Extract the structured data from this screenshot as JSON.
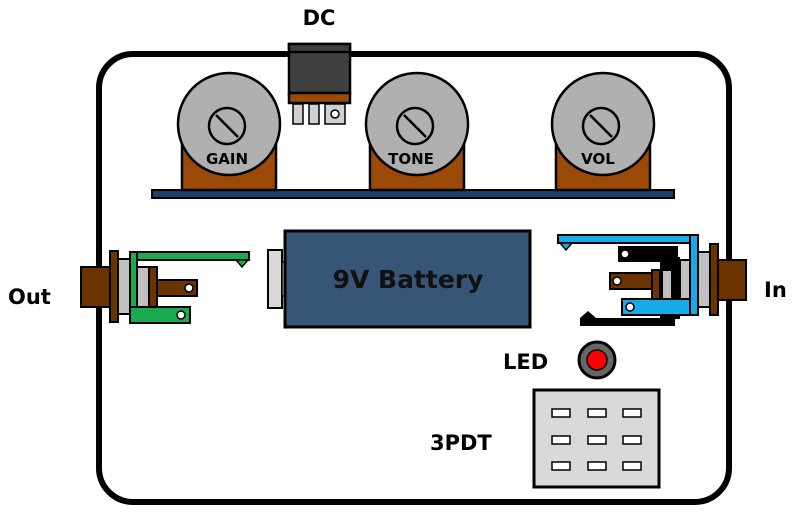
{
  "diagram": {
    "title": "Guitar pedal enclosure component layout",
    "labels": {
      "dc": "DC",
      "out": "Out",
      "in": "In",
      "led": "LED",
      "switch": "3PDT",
      "battery": "9V Battery"
    },
    "pots": [
      {
        "label": "GAIN"
      },
      {
        "label": "TONE"
      },
      {
        "label": "VOL"
      }
    ],
    "colors": {
      "enclosure_outline": "#000000",
      "pot_body": "#b0b0b0",
      "pot_base": "#9c4a0a",
      "pcb_bar": "#1f3f6b",
      "battery": "#375677",
      "dc_jack": "#404040",
      "out_jack_lug": "#1aaa50",
      "in_jack_lug": "#19a9e6",
      "jack_brown": "#6b3300",
      "led": "#ff0000",
      "switch_body": "#d9d9d9"
    }
  }
}
